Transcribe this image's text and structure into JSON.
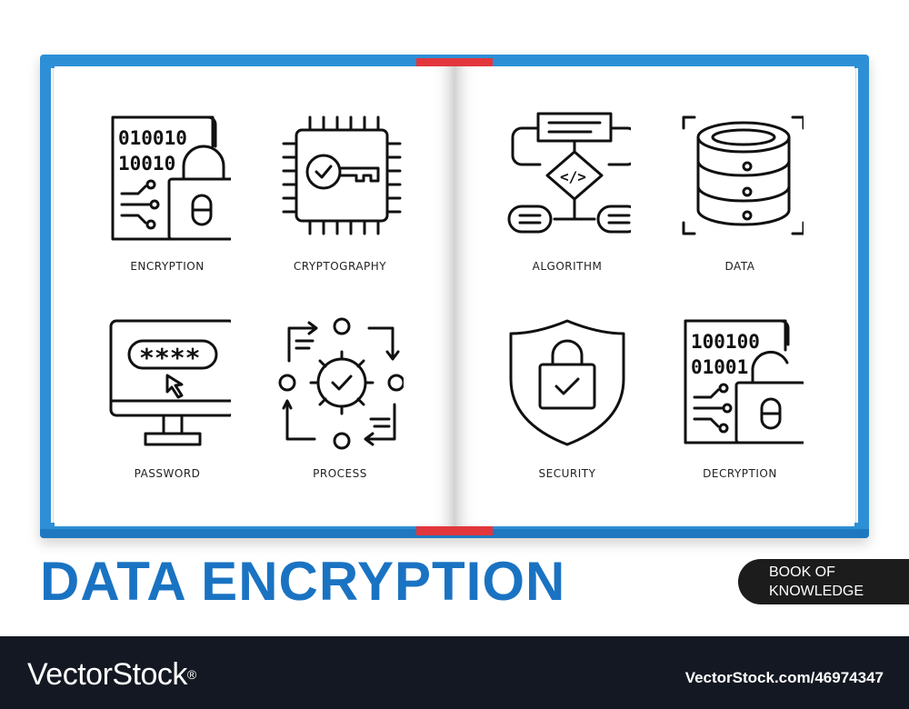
{
  "title": "DATA ENCRYPTION",
  "badge": {
    "line1": "BOOK OF",
    "line2": "KNOWLEDGE"
  },
  "icons": [
    {
      "label": "ENCRYPTION",
      "binary1": "010010",
      "binary2": "10010"
    },
    {
      "label": "CRYPTOGRAPHY"
    },
    {
      "label": "ALGORITHM",
      "code": "</>"
    },
    {
      "label": "DATA"
    },
    {
      "label": "PASSWORD",
      "mask": "****"
    },
    {
      "label": "PROCESS"
    },
    {
      "label": "SECURITY"
    },
    {
      "label": "DECRYPTION",
      "binary1": "100100",
      "binary2": "01001"
    }
  ],
  "footer": {
    "brand": "VectorStock",
    "registered": "®",
    "image_id": "VectorStock.com/46974347"
  },
  "colors": {
    "cover": "#2d8fd6",
    "bookmark": "#e2363c",
    "title": "#1a73c2",
    "footer": "#131822"
  }
}
